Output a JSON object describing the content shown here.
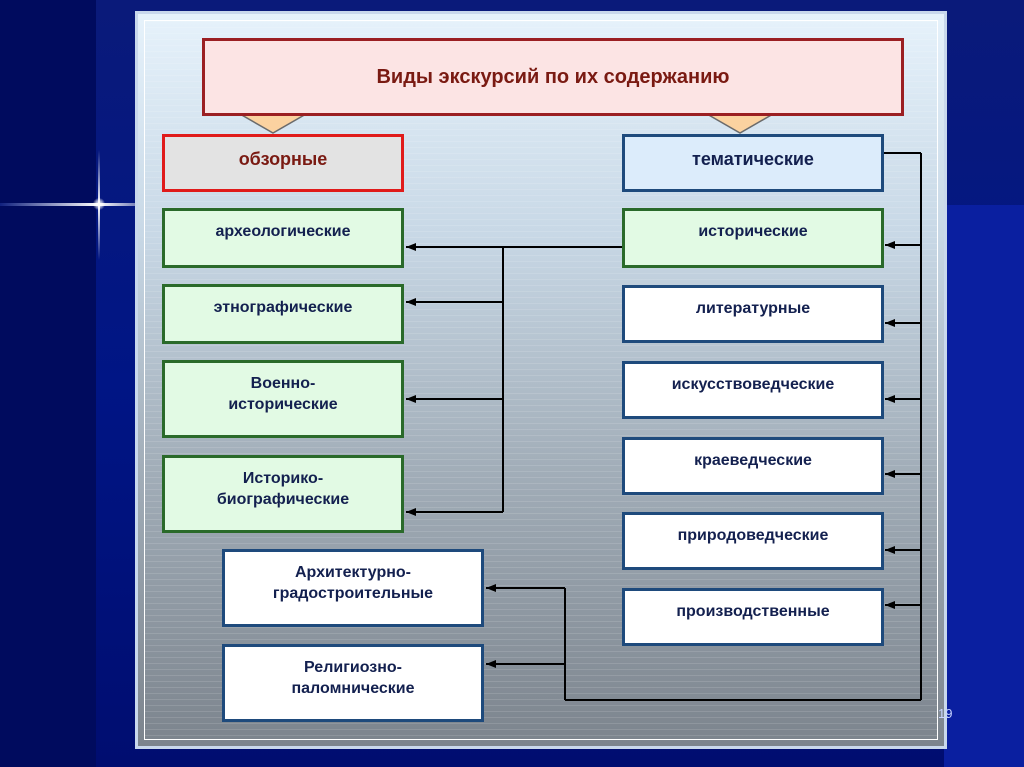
{
  "title": "Виды экскурсий по их содержанию",
  "overview": "обзорные",
  "thematic": "тематические",
  "left_items": [
    "археологические",
    "этнографические",
    "Военно-\nисторические",
    "Историко-\nбиографические"
  ],
  "bottom_items": [
    "Архитектурно-\nградостроительные",
    "Религиозно-\nпаломнические"
  ],
  "right_items": [
    "исторические",
    "литературные",
    "искусствоведческие",
    "краеведческие",
    "природоведческие",
    "производственные"
  ],
  "page_number": "19",
  "colors": {
    "title_border": "#9b1f22",
    "overview_border": "#e01b1b",
    "green_border": "#2a6a2a",
    "blue_border": "#1e4a7c",
    "arrow_fill": "#fbd2a0"
  }
}
